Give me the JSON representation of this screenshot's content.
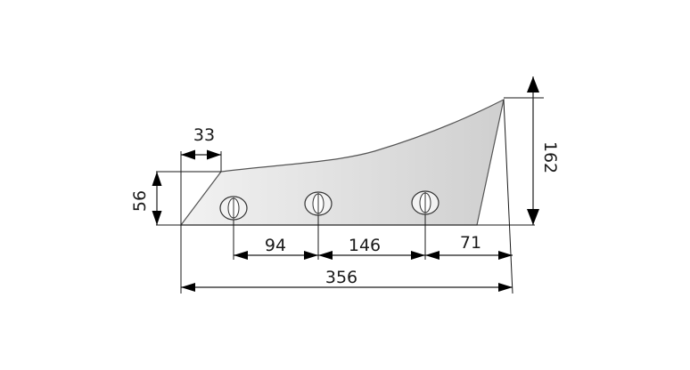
{
  "colors": {
    "part_fill_light": "#f2f2f2",
    "part_fill_dark": "#cfcfcf",
    "outline": "#555555",
    "dimension": "#1a1a1a"
  },
  "dimensions": {
    "bevel_width": "33",
    "left_height": "56",
    "total_height": "162",
    "hole_1_to_2": "94",
    "hole_2_to_3": "146",
    "hole_3_to_edge": "71",
    "overall_length": "356"
  }
}
